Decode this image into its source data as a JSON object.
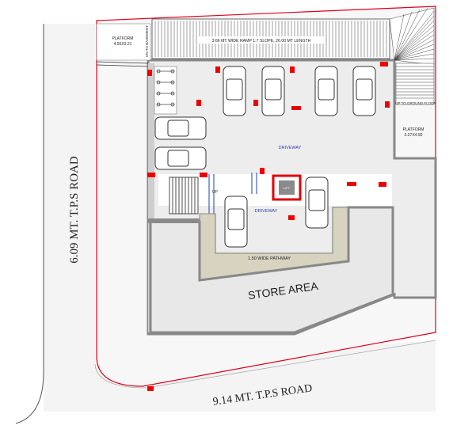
{
  "roads": {
    "left": "6.09 MT. T.P.S ROAD",
    "bottom": "9.14 MT. T.P.S ROAD"
  },
  "labels": {
    "platform_top": "PLATFORM",
    "platform_top_size": "4.50X3.21",
    "dn_to_basement": "DN TO BASEMENT",
    "ramp": "3.66 MT WIDE RAMP 1:7 SLOPE, 26.00 MT LENGTH",
    "up_to_ground": "UP TO GROUND FLOOR",
    "platform_right": "PLATFORM",
    "platform_right_size": "3.27X4.50",
    "driveway_top": "DRIVEWAY",
    "driveway_bottom": "DRIVEWAY",
    "pathway": "1.50 WIDE PATHWAY",
    "store_area": "STORE AREA",
    "lift": "LIFT",
    "up": "UP"
  },
  "colors": {
    "boundary": "#e0001a",
    "wall": "#8a8a8a",
    "floor": "#efefef",
    "store": "#e8e8e8",
    "pathway": "#d7d3c0",
    "green_line": "#1aa01a",
    "column": "#ee0000",
    "blue_line": "#1a3fd0"
  },
  "icons": [
    "car-icon",
    "two-wheeler-icon",
    "staircase-icon",
    "lift-icon",
    "ramp-icon"
  ]
}
